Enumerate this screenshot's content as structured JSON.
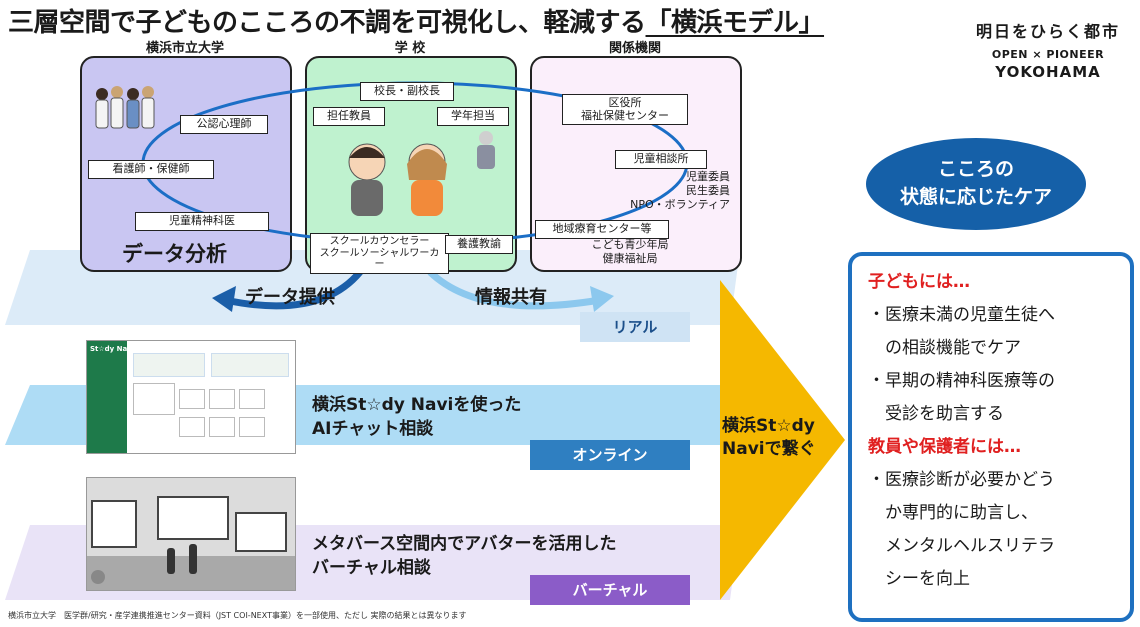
{
  "title": {
    "main": "三層空間で子どものこころの不調を可視化し、軽減する",
    "highlight": "「横浜モデル」"
  },
  "logo": {
    "line1": "明日をひらく都市",
    "line2": "OPEN × PIONEER",
    "line3": "YOKOHAMA"
  },
  "columns": {
    "university": "横浜市立大学",
    "school": "学 校",
    "agencies": "関係機関"
  },
  "university_roles": [
    "公認心理師",
    "看護師・保健師",
    "児童精神科医"
  ],
  "data_analysis": "データ分析",
  "school_roles": {
    "principal": "校長・副校長",
    "homeroom": "担任教員",
    "grade": "学年担当",
    "counselor": "スクールカウンセラー\nスクールソーシャルワーカー",
    "nurse_teacher": "養護教諭"
  },
  "agency_roles": {
    "ward_office": "区役所\n福祉保健センター",
    "child_guidance": "児童相談所",
    "volunteers": "児童委員\n民生委員\nNPO・ボランティア",
    "rehab_center": "地域療育センター等",
    "youth": "こども青少年局\n健康福祉局"
  },
  "arrows": {
    "data_provide": "データ提供",
    "info_share": "情報共有"
  },
  "bands": {
    "real": "リアル",
    "online_text": "横浜St☆dy Naviを使った\nAIチャット相談",
    "online": "オンライン",
    "virtual_text": "メタバース空間内でアバターを活用した\nバーチャル相談",
    "virtual": "バーチャル"
  },
  "connector": "横浜St☆dy\nNaviで繋ぐ",
  "app_name": "St☆dy Navi",
  "care_ellipse": "こころの\n状態に応じたケア",
  "care": {
    "children_head": "子どもには…",
    "children_lines": [
      "・医療未満の児童生徒へ",
      "　の相談機能でケア",
      "・早期の精神科医療等の",
      "　受診を助言する"
    ],
    "adults_head": "教員や保護者には…",
    "adults_lines": [
      "・医療診断が必要かどう",
      "　か専門的に助言し、",
      "　メンタルヘルスリテラ",
      "　シーを向上"
    ]
  },
  "footer": "横浜市立大学　医学群/研究・産学連携推進センター資料（JST COI-NEXT事業）を一部使用、ただし 実際の結果とは異なります",
  "colors": {
    "real_band": "#dcebf8",
    "online_band": "#aedcf5",
    "virtual_band": "#e9e3f7",
    "connector": "#f5b800",
    "care_border": "#1e70c0",
    "ellipse": "#1560a8",
    "red": "#e02020",
    "online_pill": "#2f7fc1",
    "virtual_pill": "#8b5cc8",
    "real_pill": "#cfe3f4"
  }
}
